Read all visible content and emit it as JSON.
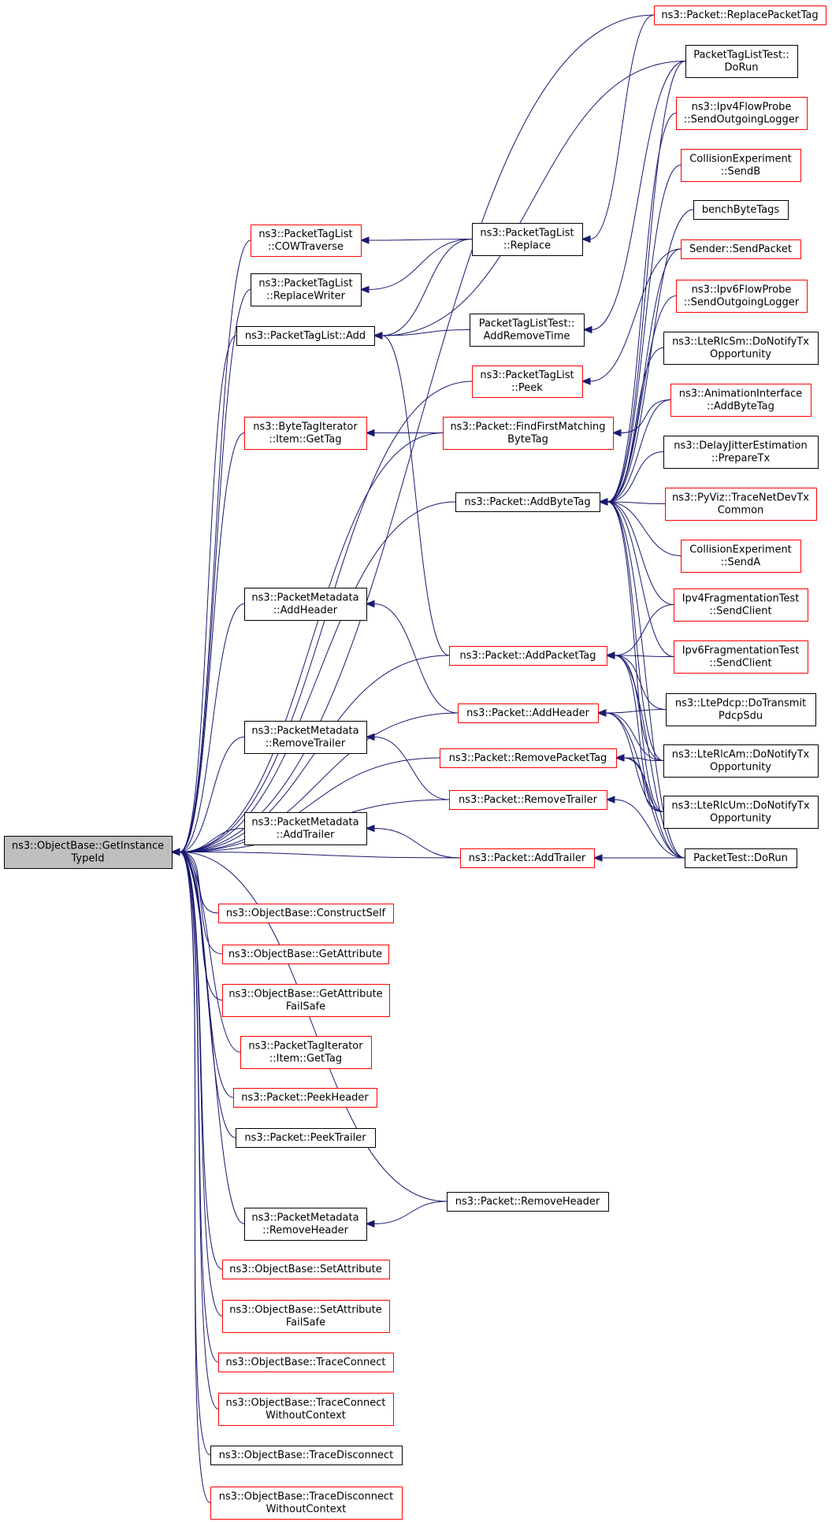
{
  "colors": {
    "edge": "#191970",
    "focus_fill": "#bfbfbf",
    "linked_border": "#000000",
    "unlinked_border": "#ff0000",
    "node_fill": "#ffffff"
  },
  "focus_node": {
    "id": "getinstancetypeid",
    "lines": [
      "ns3::ObjectBase::GetInstance",
      "TypeId"
    ]
  },
  "nodes": [
    {
      "id": "getinstancetypeid",
      "lines": [
        "ns3::ObjectBase::GetInstance",
        "TypeId"
      ],
      "style": "focus"
    },
    {
      "id": "replacepackettag",
      "lines": [
        "ns3::Packet::ReplacePacketTag"
      ],
      "style": "red"
    },
    {
      "id": "cowtraverse",
      "lines": [
        "ns3::PacketTagList",
        "::COWTraverse"
      ],
      "style": "red"
    },
    {
      "id": "ptl-replace",
      "lines": [
        "ns3::PacketTagList",
        "::Replace"
      ],
      "style": "black"
    },
    {
      "id": "replacewriter",
      "lines": [
        "ns3::PacketTagList",
        "::ReplaceWriter"
      ],
      "style": "black"
    },
    {
      "id": "ptl-add",
      "lines": [
        "ns3::PacketTagList::Add"
      ],
      "style": "black"
    },
    {
      "id": "addremovetime",
      "lines": [
        "PacketTagListTest::",
        "AddRemoveTime"
      ],
      "style": "black"
    },
    {
      "id": "ptl-peek",
      "lines": [
        "ns3::PacketTagList",
        "::Peek"
      ],
      "style": "red"
    },
    {
      "id": "bti-gettag",
      "lines": [
        "ns3::ByteTagIterator",
        "::Item::GetTag"
      ],
      "style": "red"
    },
    {
      "id": "findfirstmatching",
      "lines": [
        "ns3::Packet::FindFirstMatching",
        "ByteTag"
      ],
      "style": "red"
    },
    {
      "id": "addbytetag",
      "lines": [
        "ns3::Packet::AddByteTag"
      ],
      "style": "black"
    },
    {
      "id": "pm-addheader",
      "lines": [
        "ns3::PacketMetadata",
        "::AddHeader"
      ],
      "style": "black"
    },
    {
      "id": "addpackettag",
      "lines": [
        "ns3::Packet::AddPacketTag"
      ],
      "style": "red"
    },
    {
      "id": "addheader",
      "lines": [
        "ns3::Packet::AddHeader"
      ],
      "style": "red"
    },
    {
      "id": "pm-removetrailer",
      "lines": [
        "ns3::PacketMetadata",
        "::RemoveTrailer"
      ],
      "style": "black"
    },
    {
      "id": "removepackettag",
      "lines": [
        "ns3::Packet::RemovePacketTag"
      ],
      "style": "red"
    },
    {
      "id": "removetrailer",
      "lines": [
        "ns3::Packet::RemoveTrailer"
      ],
      "style": "red"
    },
    {
      "id": "pm-addtrailer",
      "lines": [
        "ns3::PacketMetadata",
        "::AddTrailer"
      ],
      "style": "black"
    },
    {
      "id": "addtrailer",
      "lines": [
        "ns3::Packet::AddTrailer"
      ],
      "style": "red"
    },
    {
      "id": "constructself",
      "lines": [
        "ns3::ObjectBase::ConstructSelf"
      ],
      "style": "red"
    },
    {
      "id": "getattribute",
      "lines": [
        "ns3::ObjectBase::GetAttribute"
      ],
      "style": "red"
    },
    {
      "id": "getattributefailsafe",
      "lines": [
        "ns3::ObjectBase::GetAttribute",
        "FailSafe"
      ],
      "style": "red"
    },
    {
      "id": "pti-gettag",
      "lines": [
        "ns3::PacketTagIterator",
        "::Item::GetTag"
      ],
      "style": "red"
    },
    {
      "id": "peekheader",
      "lines": [
        "ns3::Packet::PeekHeader"
      ],
      "style": "red"
    },
    {
      "id": "peektrailer",
      "lines": [
        "ns3::Packet::PeekTrailer"
      ],
      "style": "black"
    },
    {
      "id": "removeheader",
      "lines": [
        "ns3::Packet::RemoveHeader"
      ],
      "style": "black"
    },
    {
      "id": "pm-removeheader",
      "lines": [
        "ns3::PacketMetadata",
        "::RemoveHeader"
      ],
      "style": "black"
    },
    {
      "id": "setattribute",
      "lines": [
        "ns3::ObjectBase::SetAttribute"
      ],
      "style": "red"
    },
    {
      "id": "setattributefailsafe",
      "lines": [
        "ns3::ObjectBase::SetAttribute",
        "FailSafe"
      ],
      "style": "red"
    },
    {
      "id": "traceconnect",
      "lines": [
        "ns3::ObjectBase::TraceConnect"
      ],
      "style": "red"
    },
    {
      "id": "traceconnectwc",
      "lines": [
        "ns3::ObjectBase::TraceConnect",
        "WithoutContext"
      ],
      "style": "red"
    },
    {
      "id": "tracedisconnect",
      "lines": [
        "ns3::ObjectBase::TraceDisconnect"
      ],
      "style": "black"
    },
    {
      "id": "tracedisconnectwc",
      "lines": [
        "ns3::ObjectBase::TraceDisconnect",
        "WithoutContext"
      ],
      "style": "red"
    },
    {
      "id": "ptltest-dorun",
      "lines": [
        "PacketTagListTest::",
        "DoRun"
      ],
      "style": "black"
    },
    {
      "id": "ipv4flowprobe",
      "lines": [
        "ns3::Ipv4FlowProbe",
        "::SendOutgoingLogger"
      ],
      "style": "red"
    },
    {
      "id": "collision-sendb",
      "lines": [
        "CollisionExperiment",
        "::SendB"
      ],
      "style": "red"
    },
    {
      "id": "benchbytetags",
      "lines": [
        "benchByteTags"
      ],
      "style": "black"
    },
    {
      "id": "sender-sendpacket",
      "lines": [
        "Sender::SendPacket"
      ],
      "style": "red"
    },
    {
      "id": "ipv6flowprobe",
      "lines": [
        "ns3::Ipv6FlowProbe",
        "::SendOutgoingLogger"
      ],
      "style": "red"
    },
    {
      "id": "lterlcsm",
      "lines": [
        "ns3::LteRlcSm::DoNotifyTx",
        "Opportunity"
      ],
      "style": "black"
    },
    {
      "id": "animation-addbytetag",
      "lines": [
        "ns3::AnimationInterface",
        "::AddByteTag"
      ],
      "style": "red"
    },
    {
      "id": "delayjitter",
      "lines": [
        "ns3::DelayJitterEstimation",
        "::PrepareTx"
      ],
      "style": "black"
    },
    {
      "id": "pyviz",
      "lines": [
        "ns3::PyViz::TraceNetDevTx",
        "Common"
      ],
      "style": "red"
    },
    {
      "id": "collision-senda",
      "lines": [
        "CollisionExperiment",
        "::SendA"
      ],
      "style": "red"
    },
    {
      "id": "ipv4frag",
      "lines": [
        "Ipv4FragmentationTest",
        "::SendClient"
      ],
      "style": "red"
    },
    {
      "id": "ipv6frag",
      "lines": [
        "Ipv6FragmentationTest",
        "::SendClient"
      ],
      "style": "red"
    },
    {
      "id": "ltepdcp",
      "lines": [
        "ns3::LtePdcp::DoTransmit",
        "PdcpSdu"
      ],
      "style": "black"
    },
    {
      "id": "lterlcam",
      "lines": [
        "ns3::LteRlcAm::DoNotifyTx",
        "Opportunity"
      ],
      "style": "black"
    },
    {
      "id": "lterlcum",
      "lines": [
        "ns3::LteRlcUm::DoNotifyTx",
        "Opportunity"
      ],
      "style": "black"
    },
    {
      "id": "packettest-dorun",
      "lines": [
        "PacketTest::DoRun"
      ],
      "style": "black"
    }
  ],
  "edges": [
    [
      "replacepackettag",
      "getinstancetypeid"
    ],
    [
      "cowtraverse",
      "getinstancetypeid"
    ],
    [
      "replacewriter",
      "getinstancetypeid"
    ],
    [
      "ptl-add",
      "getinstancetypeid"
    ],
    [
      "ptl-peek",
      "getinstancetypeid"
    ],
    [
      "bti-gettag",
      "getinstancetypeid"
    ],
    [
      "findfirstmatching",
      "getinstancetypeid"
    ],
    [
      "addbytetag",
      "getinstancetypeid"
    ],
    [
      "pm-addheader",
      "getinstancetypeid"
    ],
    [
      "addpackettag",
      "getinstancetypeid"
    ],
    [
      "addheader",
      "getinstancetypeid"
    ],
    [
      "pm-removetrailer",
      "getinstancetypeid"
    ],
    [
      "removepackettag",
      "getinstancetypeid"
    ],
    [
      "removetrailer",
      "getinstancetypeid"
    ],
    [
      "pm-addtrailer",
      "getinstancetypeid"
    ],
    [
      "addtrailer",
      "getinstancetypeid"
    ],
    [
      "constructself",
      "getinstancetypeid"
    ],
    [
      "getattribute",
      "getinstancetypeid"
    ],
    [
      "getattributefailsafe",
      "getinstancetypeid"
    ],
    [
      "pti-gettag",
      "getinstancetypeid"
    ],
    [
      "peekheader",
      "getinstancetypeid"
    ],
    [
      "peektrailer",
      "getinstancetypeid"
    ],
    [
      "removeheader",
      "getinstancetypeid"
    ],
    [
      "pm-removeheader",
      "getinstancetypeid"
    ],
    [
      "setattribute",
      "getinstancetypeid"
    ],
    [
      "setattributefailsafe",
      "getinstancetypeid"
    ],
    [
      "traceconnect",
      "getinstancetypeid"
    ],
    [
      "traceconnectwc",
      "getinstancetypeid"
    ],
    [
      "tracedisconnect",
      "getinstancetypeid"
    ],
    [
      "tracedisconnectwc",
      "getinstancetypeid"
    ],
    [
      "ptl-replace",
      "cowtraverse"
    ],
    [
      "ptl-replace",
      "replacewriter"
    ],
    [
      "replacepackettag",
      "ptl-replace"
    ],
    [
      "ptl-replace",
      "ptl-add"
    ],
    [
      "addremovetime",
      "ptl-add"
    ],
    [
      "ptltest-dorun",
      "ptl-add"
    ],
    [
      "addpackettag",
      "ptl-add"
    ],
    [
      "ptltest-dorun",
      "addremovetime"
    ],
    [
      "sender-sendpacket",
      "ptl-peek"
    ],
    [
      "findfirstmatching",
      "bti-gettag"
    ],
    [
      "animation-addbytetag",
      "findfirstmatching"
    ],
    [
      "ptltest-dorun",
      "addbytetag"
    ],
    [
      "ipv4flowprobe",
      "addbytetag"
    ],
    [
      "collision-sendb",
      "addbytetag"
    ],
    [
      "benchbytetags",
      "addbytetag"
    ],
    [
      "sender-sendpacket",
      "addbytetag"
    ],
    [
      "ipv6flowprobe",
      "addbytetag"
    ],
    [
      "lterlcsm",
      "addbytetag"
    ],
    [
      "animation-addbytetag",
      "addbytetag"
    ],
    [
      "delayjitter",
      "addbytetag"
    ],
    [
      "pyviz",
      "addbytetag"
    ],
    [
      "collision-senda",
      "addbytetag"
    ],
    [
      "ipv4frag",
      "addbytetag"
    ],
    [
      "ipv6frag",
      "addbytetag"
    ],
    [
      "lterlcam",
      "addbytetag"
    ],
    [
      "lterlcum",
      "addbytetag"
    ],
    [
      "packettest-dorun",
      "addbytetag"
    ],
    [
      "addheader",
      "pm-addheader"
    ],
    [
      "ipv4frag",
      "addpackettag"
    ],
    [
      "ipv6frag",
      "addpackettag"
    ],
    [
      "ltepdcp",
      "addpackettag"
    ],
    [
      "lterlcam",
      "addpackettag"
    ],
    [
      "lterlcum",
      "addpackettag"
    ],
    [
      "packettest-dorun",
      "addpackettag"
    ],
    [
      "ltepdcp",
      "addheader"
    ],
    [
      "lterlcam",
      "addheader"
    ],
    [
      "lterlcum",
      "addheader"
    ],
    [
      "packettest-dorun",
      "addheader"
    ],
    [
      "removetrailer",
      "pm-removetrailer"
    ],
    [
      "lterlcam",
      "removepackettag"
    ],
    [
      "lterlcum",
      "removepackettag"
    ],
    [
      "packettest-dorun",
      "removepackettag"
    ],
    [
      "packettest-dorun",
      "removetrailer"
    ],
    [
      "addtrailer",
      "pm-addtrailer"
    ],
    [
      "packettest-dorun",
      "addtrailer"
    ],
    [
      "removeheader",
      "pm-removeheader"
    ]
  ]
}
